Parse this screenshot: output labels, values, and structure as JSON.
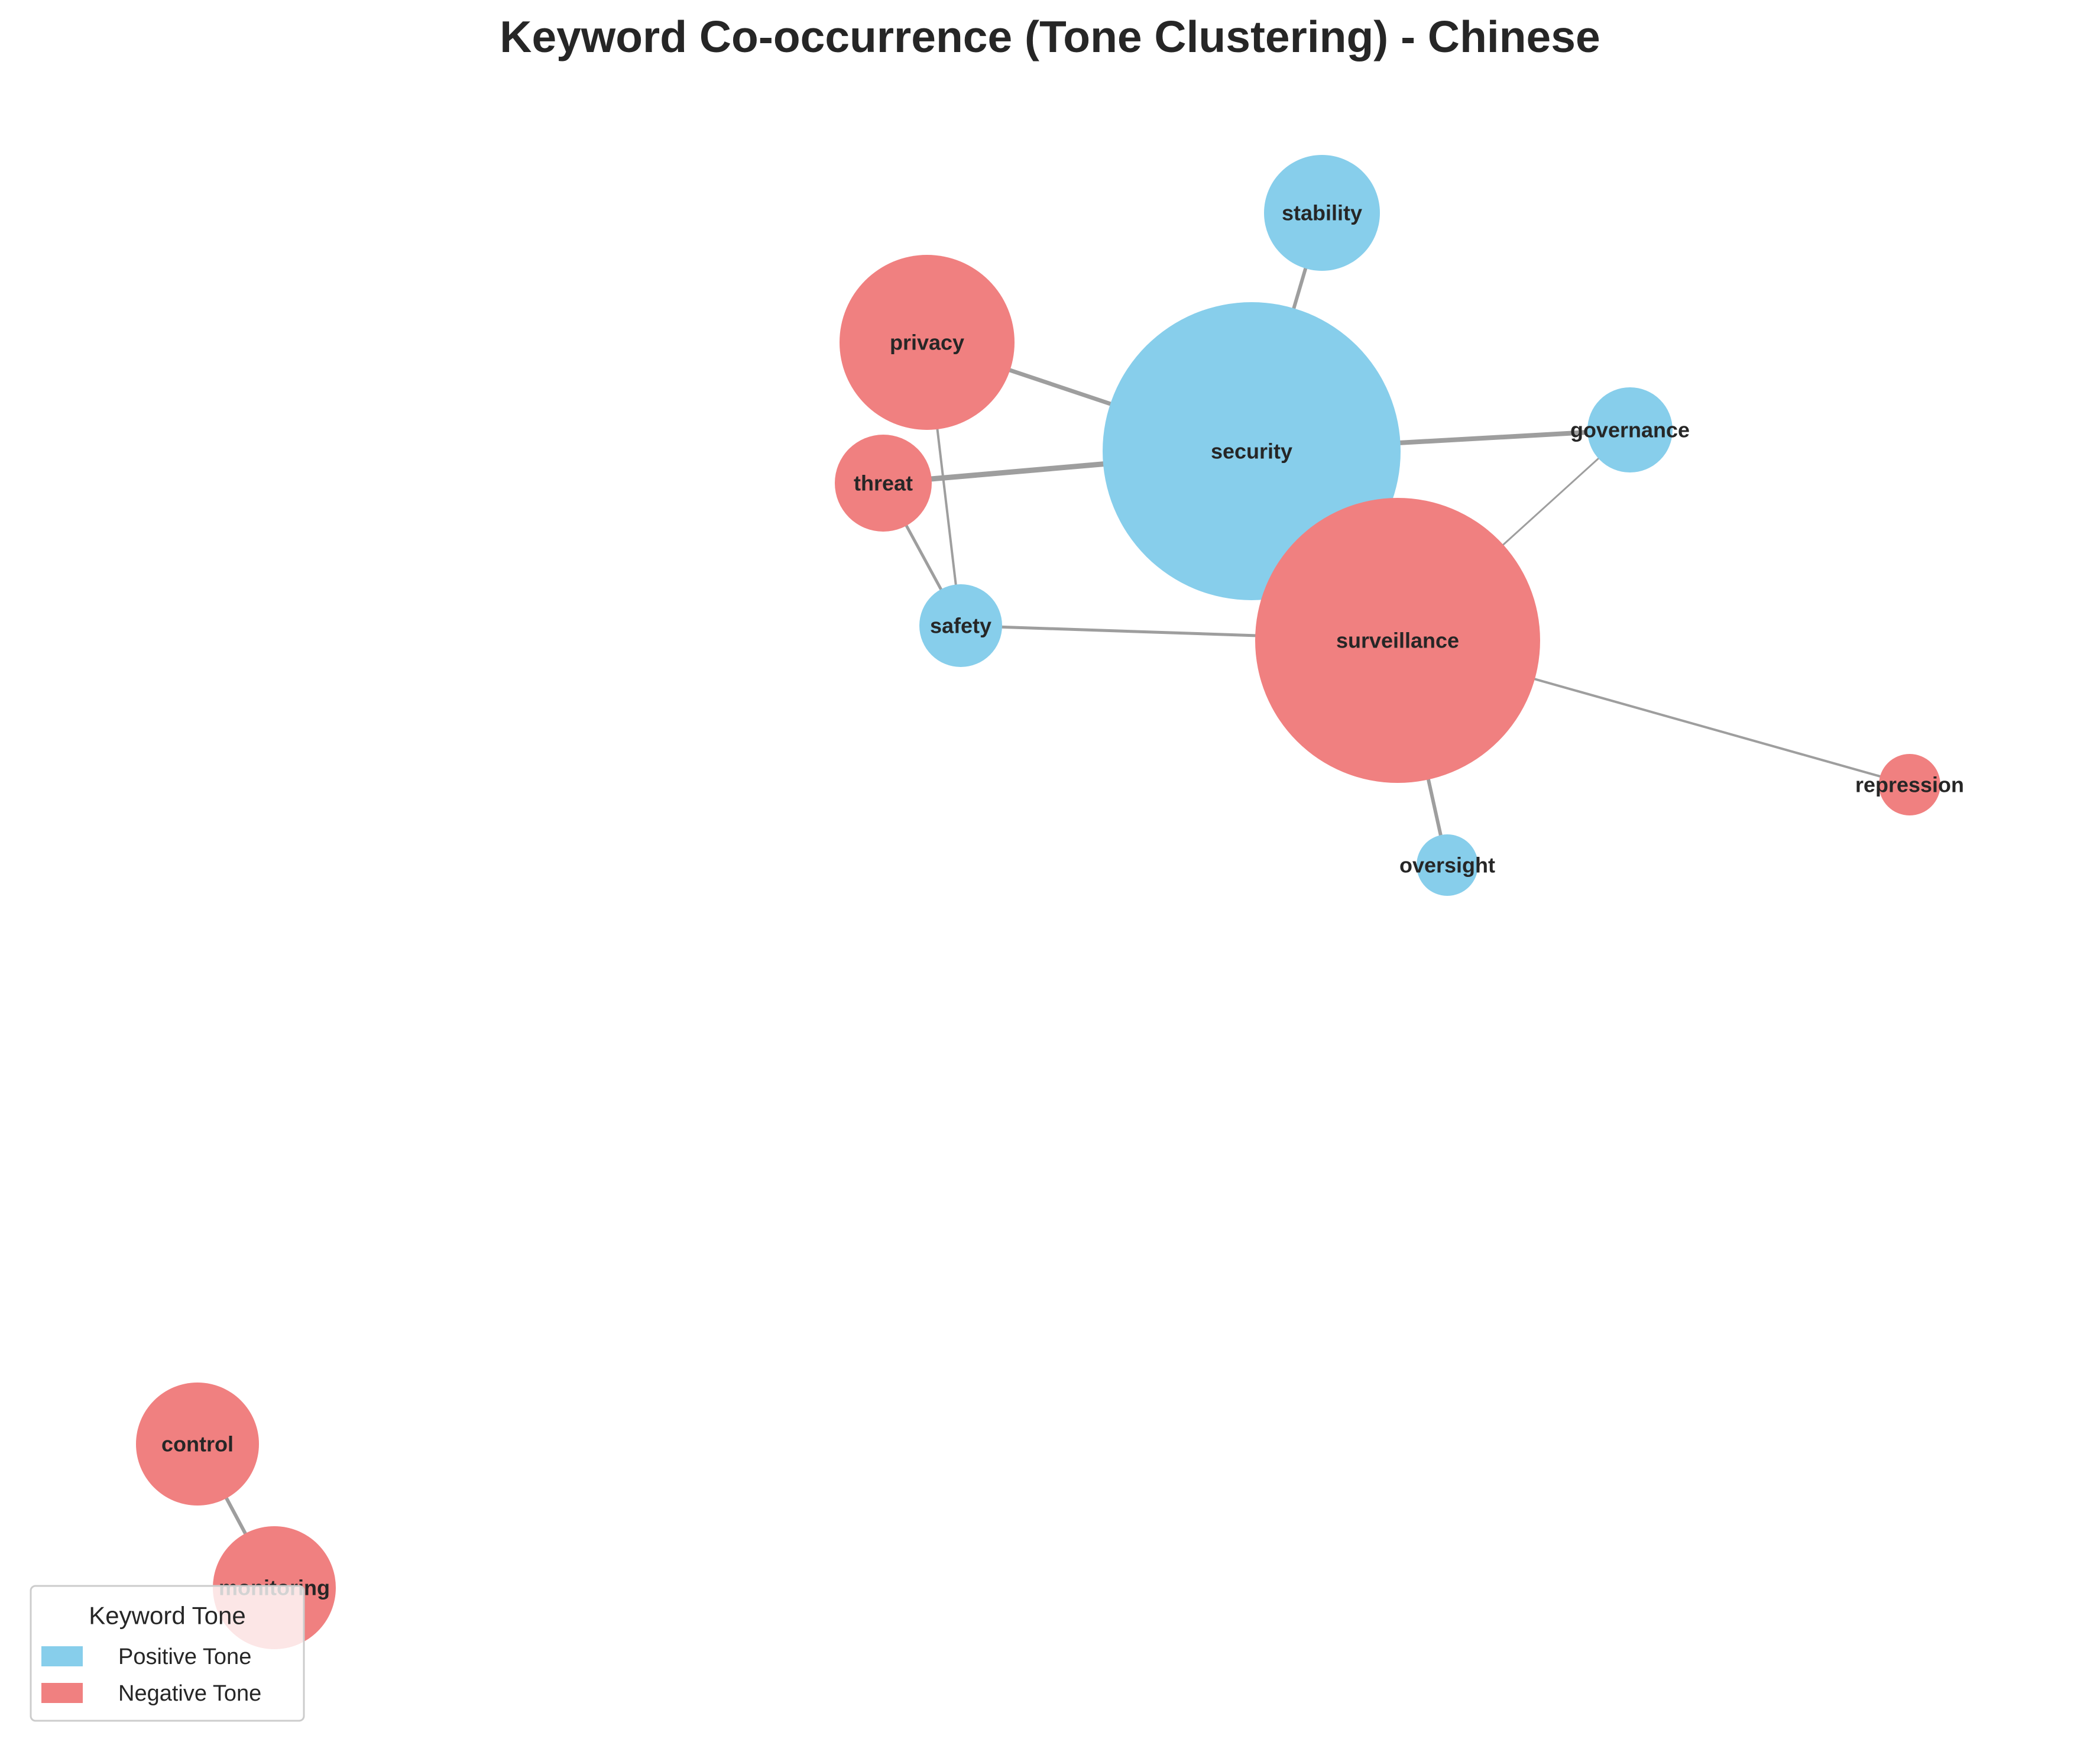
{
  "title": "Keyword Co-occurrence (Tone Clustering) - Chinese",
  "colors": {
    "positive": "#87CEEB",
    "negative": "#F08080",
    "edge": "#9e9e9e",
    "text": "#262626"
  },
  "legend": {
    "title": "Keyword Tone",
    "items": [
      {
        "label": "Positive Tone",
        "tone": "positive"
      },
      {
        "label": "Negative Tone",
        "tone": "negative"
      }
    ]
  },
  "nodes": [
    {
      "id": "stability",
      "label": "stability",
      "tone": "positive"
    },
    {
      "id": "privacy",
      "label": "privacy",
      "tone": "negative"
    },
    {
      "id": "security",
      "label": "security",
      "tone": "positive"
    },
    {
      "id": "governance",
      "label": "governance",
      "tone": "positive"
    },
    {
      "id": "threat",
      "label": "threat",
      "tone": "negative"
    },
    {
      "id": "safety",
      "label": "safety",
      "tone": "positive"
    },
    {
      "id": "surveillance",
      "label": "surveillance",
      "tone": "negative"
    },
    {
      "id": "repression",
      "label": "repression",
      "tone": "negative"
    },
    {
      "id": "oversight",
      "label": "oversight",
      "tone": "positive"
    },
    {
      "id": "control",
      "label": "control",
      "tone": "negative"
    },
    {
      "id": "monitoring",
      "label": "monitoring",
      "tone": "negative"
    }
  ],
  "edges": [
    {
      "source": "security",
      "target": "stability"
    },
    {
      "source": "security",
      "target": "privacy"
    },
    {
      "source": "security",
      "target": "threat"
    },
    {
      "source": "security",
      "target": "governance"
    },
    {
      "source": "privacy",
      "target": "safety"
    },
    {
      "source": "threat",
      "target": "safety"
    },
    {
      "source": "safety",
      "target": "surveillance"
    },
    {
      "source": "surveillance",
      "target": "governance"
    },
    {
      "source": "surveillance",
      "target": "repression"
    },
    {
      "source": "surveillance",
      "target": "oversight"
    },
    {
      "source": "control",
      "target": "monitoring"
    }
  ]
}
